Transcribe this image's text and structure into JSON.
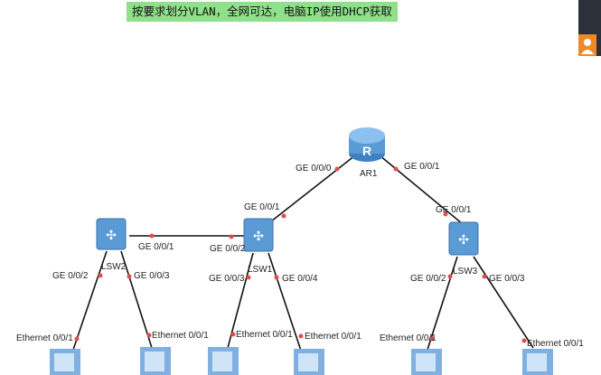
{
  "banner": "按要求划分VLAN，全网可达，电脑IP使用DHCP获取",
  "devices": {
    "router": "AR1",
    "lsw1": "LSW1",
    "lsw2": "LSW2",
    "lsw3": "LSW3"
  },
  "ports": {
    "ar1_ge000": "GE 0/0/0",
    "ar1_ge001": "GE 0/0/1",
    "lsw1_ge001": "GE 0/0/1",
    "lsw1_ge002": "GE 0/0/2",
    "lsw1_ge003": "GE 0/0/3",
    "lsw1_ge004": "GE 0/0/4",
    "lsw2_ge001": "GE 0/0/1",
    "lsw2_ge002": "GE 0/0/2",
    "lsw2_ge003": "GE 0/0/3",
    "lsw3_ge001": "GE 0/0/1",
    "lsw3_ge002": "GE 0/0/2",
    "lsw3_ge003": "GE 0/0/3",
    "pc_eth": "Ethernet 0/0/1"
  },
  "colors": {
    "link": "#111111",
    "port_dot": "#e84a4a",
    "switch": "#5b9bd5",
    "banner_bg": "#8fe08a",
    "user_icon": "#f0882a"
  }
}
